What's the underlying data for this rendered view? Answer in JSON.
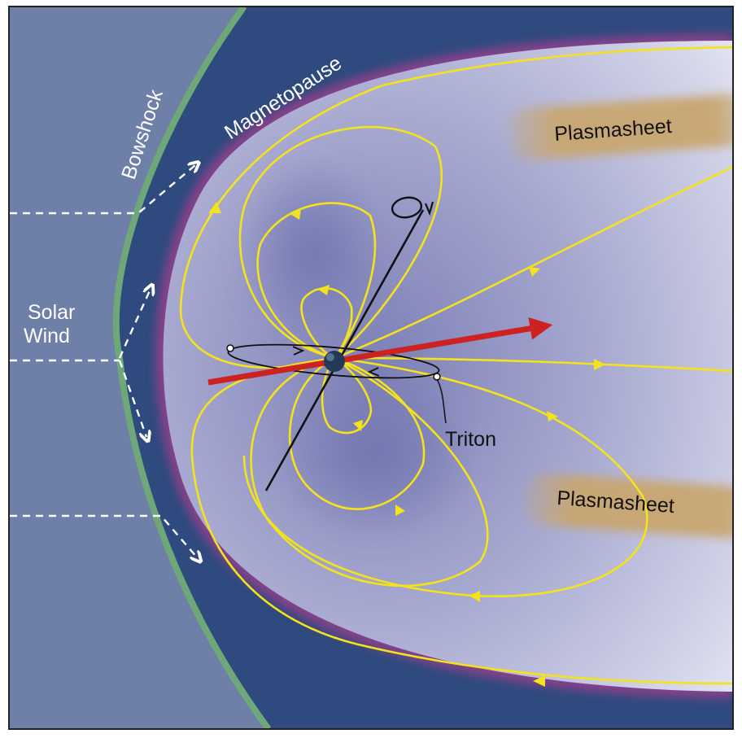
{
  "labels": {
    "bowshock": "Bowshock",
    "magnetopause": "Magnetopause",
    "solar_wind_line1": "Solar",
    "solar_wind_line2": "Wind",
    "plasmasheet_upper": "Plasmasheet",
    "plasmasheet_lower": "Plasmasheet",
    "triton": "Triton"
  },
  "colors": {
    "solar_wind_region": "#6e7fa8",
    "magnetosheath": "#2e4a7e",
    "bowshock_line": "#6fa878",
    "magnetopause_edge": "#9a3f8e",
    "field_lines": "#f4e21c",
    "magnetic_axis_arrow": "#cc2222",
    "plasmasheet": "#c8a670",
    "white_text": "#ffffff",
    "dark_text": "#111111"
  }
}
